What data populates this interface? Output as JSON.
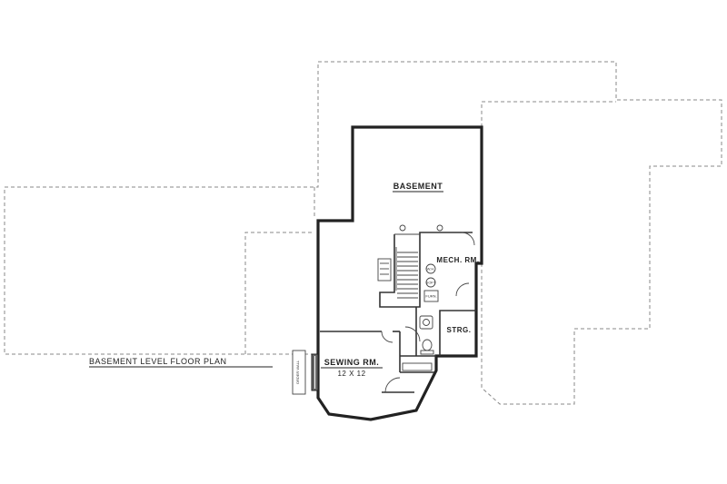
{
  "plan": {
    "title": "BASEMENT LEVEL FLOOR PLAN",
    "rooms": {
      "basement": "BASEMENT",
      "mech": "MECH. RM.",
      "storage": "STRG.",
      "sewing": "SEWING RM.",
      "sewing_dims": "12 X 12"
    },
    "fixtures": {
      "water_heater": "W.H.",
      "softener": "SOFT",
      "furnace": "FURN."
    },
    "side_note": "ORDER WALL"
  }
}
